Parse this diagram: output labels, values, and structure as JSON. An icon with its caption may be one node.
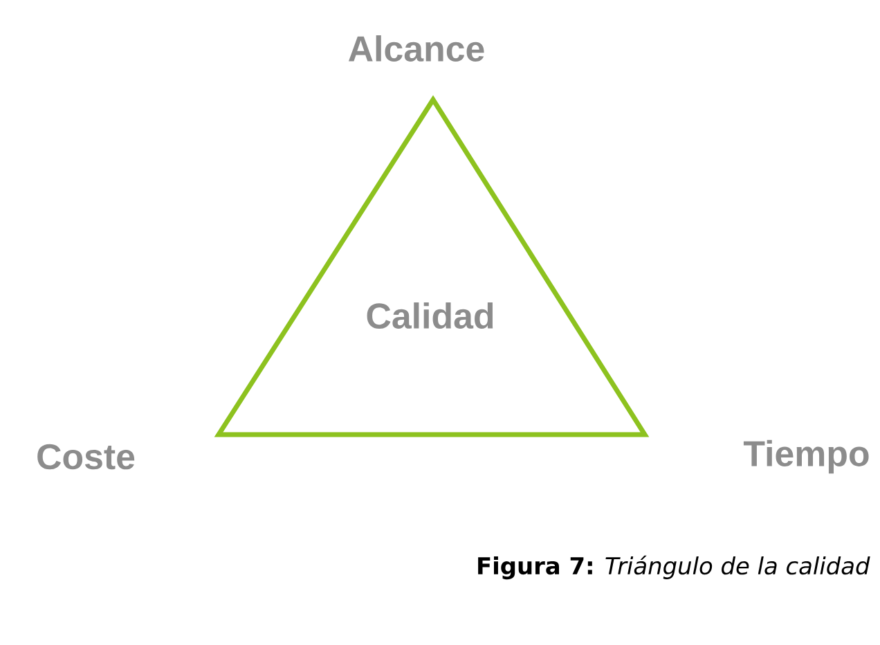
{
  "diagram": {
    "caption": "**Figura 7:** *Triángulo de la calidad*",
    "nodes": [
      {
        "text": [
          "Calidad"
        ]
      }
    ],
    "labels": [
      "Alcance",
      "Coste",
      "Tiempo"
    ]
  }
}
